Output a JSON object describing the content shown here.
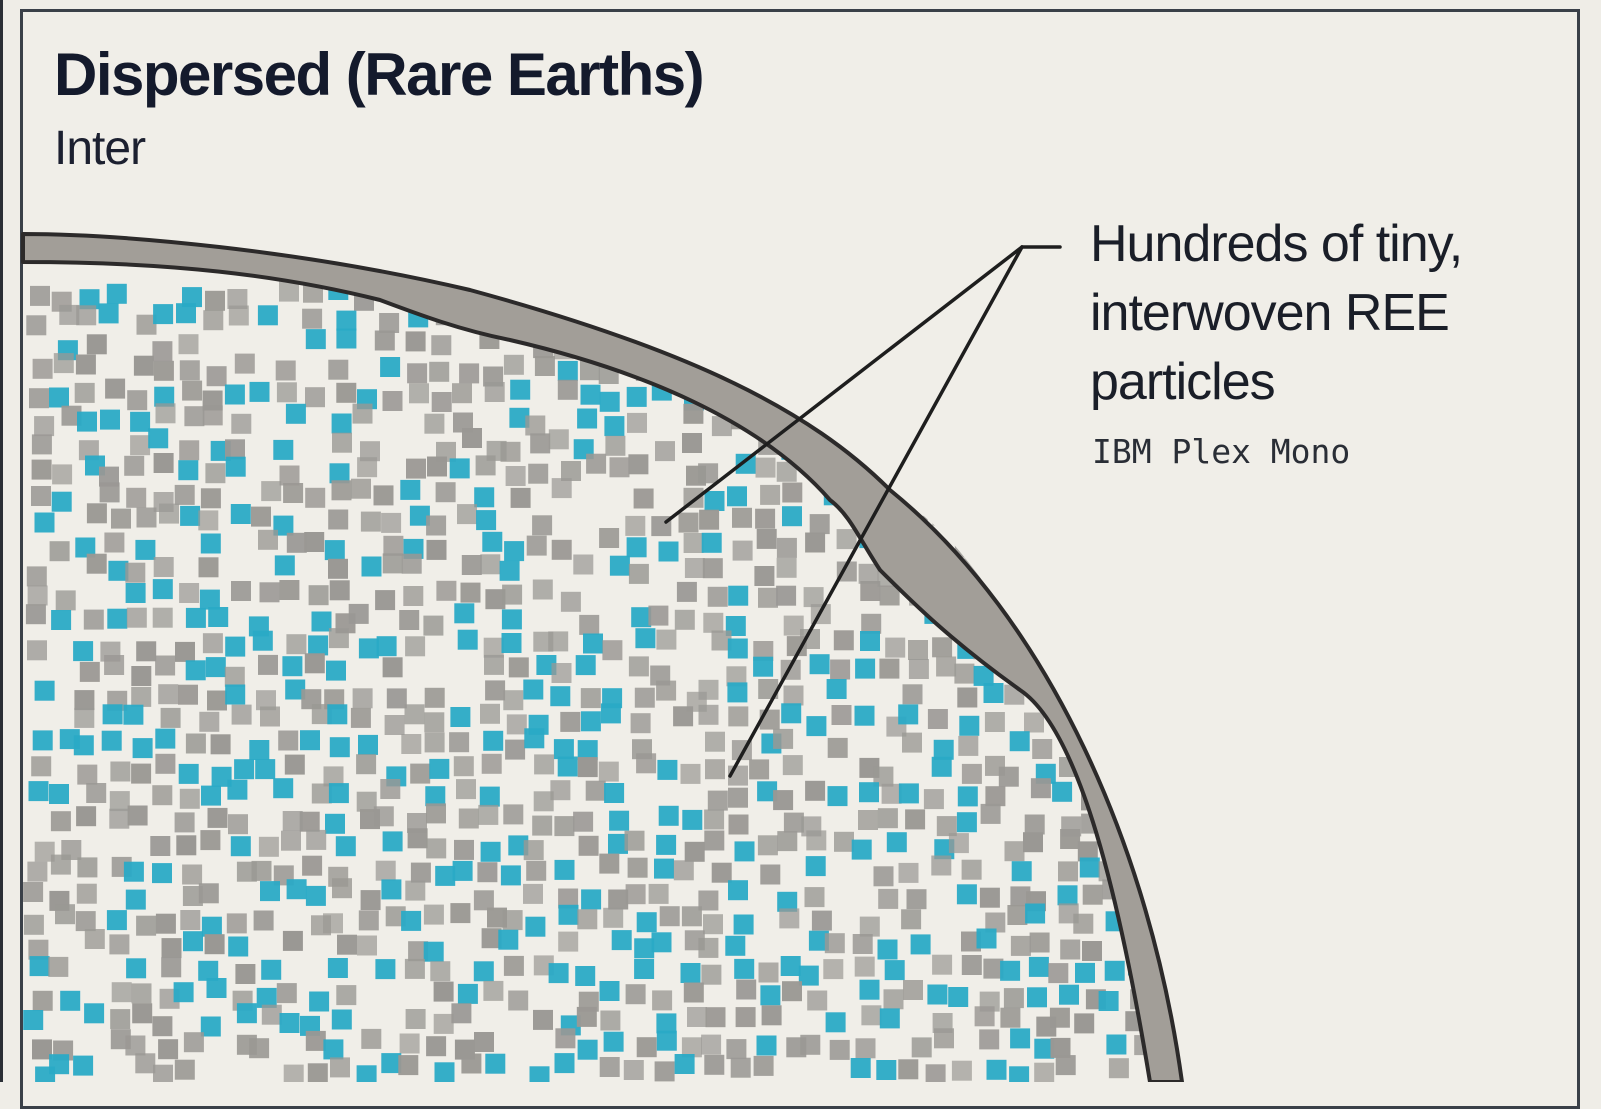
{
  "heading": {
    "title": "Dispersed (Rare Earths)",
    "subtitle": "Inter"
  },
  "callout": {
    "text": "Hundreds of tiny, interwoven REE particles",
    "font_note": "IBM Plex Mono"
  },
  "colors": {
    "background": "#f0eee8",
    "ree_particle": "#2aaac6",
    "gangue_particle": "#9a9894",
    "grain_boundary": "#a29e98",
    "outline": "#2c2a2a",
    "title_text": "#141a2c"
  }
}
